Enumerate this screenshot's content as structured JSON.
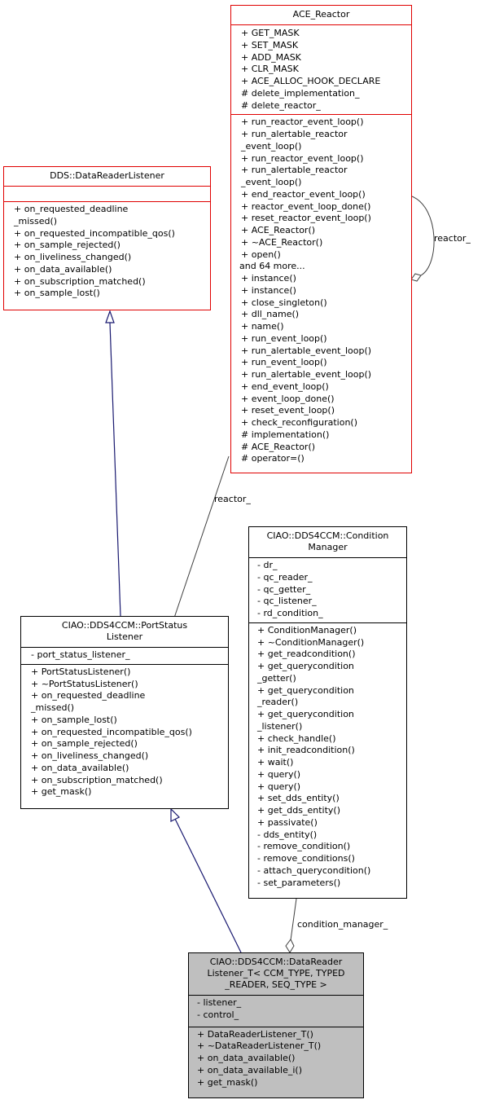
{
  "classes": {
    "ace_reactor": {
      "title": "ACE_Reactor",
      "attributes": [
        "+ GET_MASK",
        "+ SET_MASK",
        "+ ADD_MASK",
        "+ CLR_MASK",
        "+ ACE_ALLOC_HOOK_DECLARE",
        "# delete_implementation_",
        "# delete_reactor_"
      ],
      "methods": [
        "+ run_reactor_event_loop()",
        "+ run_alertable_reactor",
        "_event_loop()",
        "+ run_reactor_event_loop()",
        "+ run_alertable_reactor",
        "_event_loop()",
        "+ end_reactor_event_loop()",
        "+ reactor_event_loop_done()",
        "+ reset_reactor_event_loop()",
        "+ ACE_Reactor()",
        "+ ~ACE_Reactor()",
        "+ open()",
        "and 64 more...",
        "+ instance()",
        "+ instance()",
        "+ close_singleton()",
        "+ dll_name()",
        "+ name()",
        "+ run_event_loop()",
        "+ run_alertable_event_loop()",
        "+ run_event_loop()",
        "+ run_alertable_event_loop()",
        "+ end_event_loop()",
        "+ event_loop_done()",
        "+ reset_event_loop()",
        "+ check_reconfiguration()",
        "# implementation()",
        "# ACE_Reactor()",
        "# operator=()"
      ]
    },
    "dds_datareaderlistener": {
      "title": "DDS::DataReaderListener",
      "attributes": [],
      "methods": [
        "+ on_requested_deadline",
        "_missed()",
        "+ on_requested_incompatible_qos()",
        "+ on_sample_rejected()",
        "+ on_liveliness_changed()",
        "+ on_data_available()",
        "+ on_subscription_matched()",
        "+ on_sample_lost()"
      ]
    },
    "condition_manager": {
      "title_lines": [
        "CIAO::DDS4CCM::Condition",
        "Manager"
      ],
      "attributes": [
        "- dr_",
        "- qc_reader_",
        "- qc_getter_",
        "- qc_listener_",
        "- rd_condition_"
      ],
      "methods": [
        "+ ConditionManager()",
        "+ ~ConditionManager()",
        "+ get_readcondition()",
        "+ get_querycondition",
        "_getter()",
        "+ get_querycondition",
        "_reader()",
        "+ get_querycondition",
        "_listener()",
        "+ check_handle()",
        "+ init_readcondition()",
        "+ wait()",
        "+ query()",
        "+ query()",
        "+ set_dds_entity()",
        "+ get_dds_entity()",
        "+ passivate()",
        "- dds_entity()",
        "- remove_condition()",
        "- remove_conditions()",
        "- attach_querycondition()",
        "- set_parameters()"
      ]
    },
    "port_status_listener": {
      "title_lines": [
        "CIAO::DDS4CCM::PortStatus",
        "Listener"
      ],
      "attributes": [
        "- port_status_listener_"
      ],
      "methods": [
        "+ PortStatusListener()",
        "+ ~PortStatusListener()",
        "+ on_requested_deadline",
        "_missed()",
        "+ on_sample_lost()",
        "+ on_requested_incompatible_qos()",
        "+ on_sample_rejected()",
        "+ on_liveliness_changed()",
        "+ on_data_available()",
        "+ on_subscription_matched()",
        "+ get_mask()"
      ]
    },
    "datareader_listener_t": {
      "title_lines": [
        "CIAO::DDS4CCM::DataReader",
        "Listener_T< CCM_TYPE, TYPED",
        "_READER, SEQ_TYPE >"
      ],
      "attributes": [
        "- listener_",
        "- control_"
      ],
      "methods": [
        "+ DataReaderListener_T()",
        "+ ~DataReaderListener_T()",
        "+ on_data_available()",
        "+ on_data_available_i()",
        "+ get_mask()"
      ]
    }
  },
  "edge_labels": {
    "reactor_self": "reactor_",
    "reactor_assoc": "reactor_",
    "condition_manager_assoc": "condition_manager_"
  },
  "colors": {
    "highlight_border": "#e00000",
    "focus_fill": "#bfbfbf",
    "inheritance_edge": "#191970",
    "association_edge": "#404040"
  }
}
